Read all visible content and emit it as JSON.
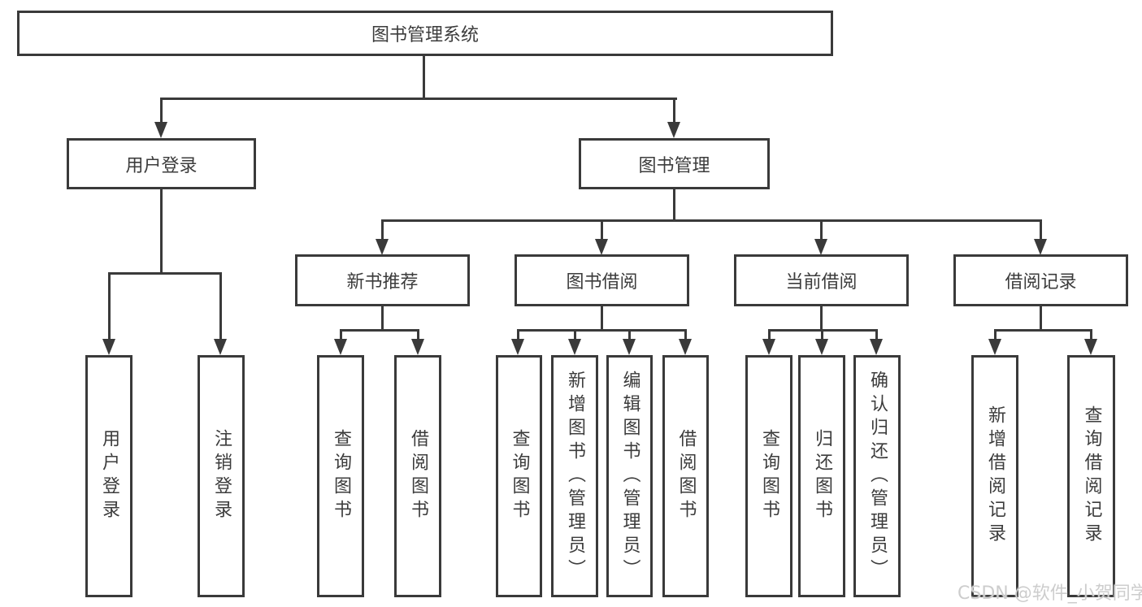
{
  "diagram": {
    "type": "hierarchy-chart",
    "colors": {
      "line": "#3a3a3a",
      "text": "#3c3c3c",
      "background": "#ffffff"
    },
    "tree": {
      "root": {
        "label": "图书管理系统",
        "children": [
          {
            "label": "用户登录",
            "children": [
              {
                "label": "用户登录"
              },
              {
                "label": "注销登录"
              }
            ]
          },
          {
            "label": "图书管理",
            "children": [
              {
                "label": "新书推荐",
                "children": [
                  {
                    "label": "查询图书"
                  },
                  {
                    "label": "借阅图书"
                  }
                ]
              },
              {
                "label": "图书借阅",
                "children": [
                  {
                    "label": "查询图书"
                  },
                  {
                    "label": "新增图书（管理员）"
                  },
                  {
                    "label": "编辑图书（管理员）"
                  },
                  {
                    "label": "借阅图书"
                  }
                ]
              },
              {
                "label": "当前借阅",
                "children": [
                  {
                    "label": "查询图书"
                  },
                  {
                    "label": "归还图书"
                  },
                  {
                    "label": "确认归还（管理员）"
                  }
                ]
              },
              {
                "label": "借阅记录",
                "children": [
                  {
                    "label": "新增借阅记录"
                  },
                  {
                    "label": "查询借阅记录"
                  }
                ]
              }
            ]
          }
        ]
      }
    }
  },
  "watermark": {
    "text": "CSDN @软件_小贺同学",
    "color": "#cdcdcd"
  }
}
